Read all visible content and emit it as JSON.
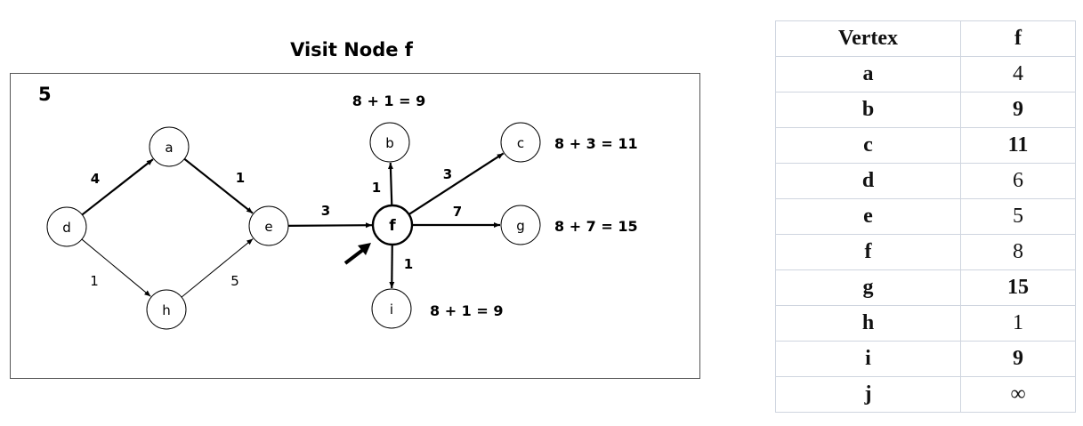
{
  "title": "Visit Node f",
  "step": "5",
  "graph": {
    "nodes": [
      {
        "id": "a",
        "label": "a"
      },
      {
        "id": "b",
        "label": "b"
      },
      {
        "id": "c",
        "label": "c"
      },
      {
        "id": "d",
        "label": "d"
      },
      {
        "id": "e",
        "label": "e"
      },
      {
        "id": "f",
        "label": "f",
        "current": true
      },
      {
        "id": "g",
        "label": "g"
      },
      {
        "id": "h",
        "label": "h"
      },
      {
        "id": "i",
        "label": "i"
      }
    ],
    "edges": [
      {
        "from": "d",
        "to": "a",
        "weight": "4",
        "bold": true
      },
      {
        "from": "a",
        "to": "e",
        "weight": "1",
        "bold": true
      },
      {
        "from": "d",
        "to": "h",
        "weight": "1",
        "bold": false
      },
      {
        "from": "h",
        "to": "e",
        "weight": "5",
        "bold": false
      },
      {
        "from": "e",
        "to": "f",
        "weight": "3",
        "bold": true
      },
      {
        "from": "f",
        "to": "b",
        "weight": "1",
        "bold": true
      },
      {
        "from": "f",
        "to": "c",
        "weight": "3",
        "bold": true
      },
      {
        "from": "f",
        "to": "g",
        "weight": "7",
        "bold": true
      },
      {
        "from": "f",
        "to": "i",
        "weight": "1",
        "bold": true
      }
    ],
    "annotations": [
      {
        "node": "b",
        "text": "8 + 1 = 9"
      },
      {
        "node": "c",
        "text": "8 + 3 = 11"
      },
      {
        "node": "g",
        "text": "8 + 7 = 15"
      },
      {
        "node": "i",
        "text": "8 + 1 = 9"
      }
    ]
  },
  "table": {
    "headers": [
      "Vertex",
      "f"
    ],
    "rows": [
      {
        "vertex": "a",
        "value": "4",
        "updated": false
      },
      {
        "vertex": "b",
        "value": "9",
        "updated": true
      },
      {
        "vertex": "c",
        "value": "11",
        "updated": true
      },
      {
        "vertex": "d",
        "value": "6",
        "updated": false
      },
      {
        "vertex": "e",
        "value": "5",
        "updated": false
      },
      {
        "vertex": "f",
        "value": "8",
        "updated": false
      },
      {
        "vertex": "g",
        "value": "15",
        "updated": true
      },
      {
        "vertex": "h",
        "value": "1",
        "updated": false
      },
      {
        "vertex": "i",
        "value": "9",
        "updated": true
      },
      {
        "vertex": "j",
        "value": "∞",
        "updated": false
      }
    ]
  }
}
